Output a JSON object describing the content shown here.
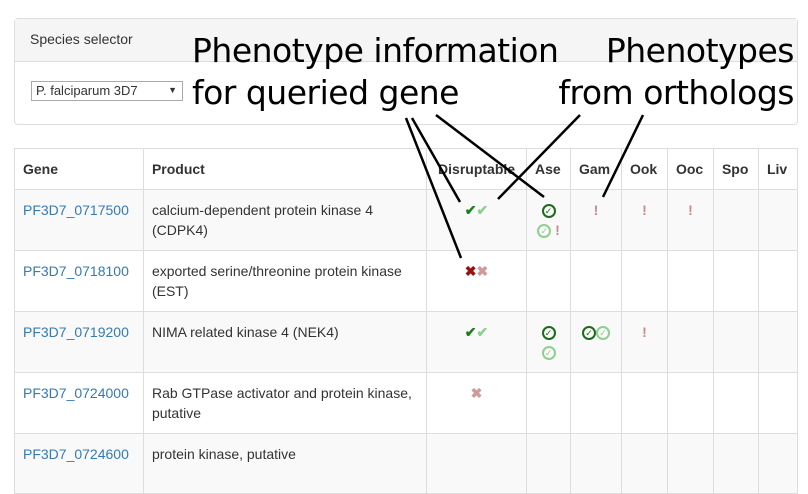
{
  "species_selector": {
    "title": "Species selector",
    "selected": "P. falciparum 3D7"
  },
  "annotations": {
    "queried_line1": "Phenotype information",
    "queried_line2": "for queried gene",
    "orthologs_line1": "Phenotypes",
    "orthologs_line2": "from orthologs"
  },
  "table": {
    "headers": [
      "Gene",
      "Product",
      "Disruptable",
      "Ase",
      "Gam",
      "Ook",
      "Ooc",
      "Spo",
      "Liv"
    ],
    "rows": [
      {
        "gene": "PF3D7_0717500",
        "product": "calcium-dependent protein kinase 4 (CDPK4)"
      },
      {
        "gene": "PF3D7_0718100",
        "product": "exported serine/threonine protein kinase (EST)"
      },
      {
        "gene": "PF3D7_0719200",
        "product": "NIMA related kinase 4 (NEK4)"
      },
      {
        "gene": "PF3D7_0724000",
        "product": "Rab GTPase activator and protein kinase, putative"
      },
      {
        "gene": "PF3D7_0724600",
        "product": "protein kinase, putative"
      }
    ]
  },
  "icons": {
    "check": "✔",
    "cross": "✖",
    "exclaim": "!",
    "circle_check": "✓"
  },
  "colors": {
    "check_dark": "#1a7f1a",
    "check_light": "#8fcf8f",
    "cross_dark": "#9b1111",
    "cross_light": "#d09a9a",
    "link": "#337ab7"
  }
}
